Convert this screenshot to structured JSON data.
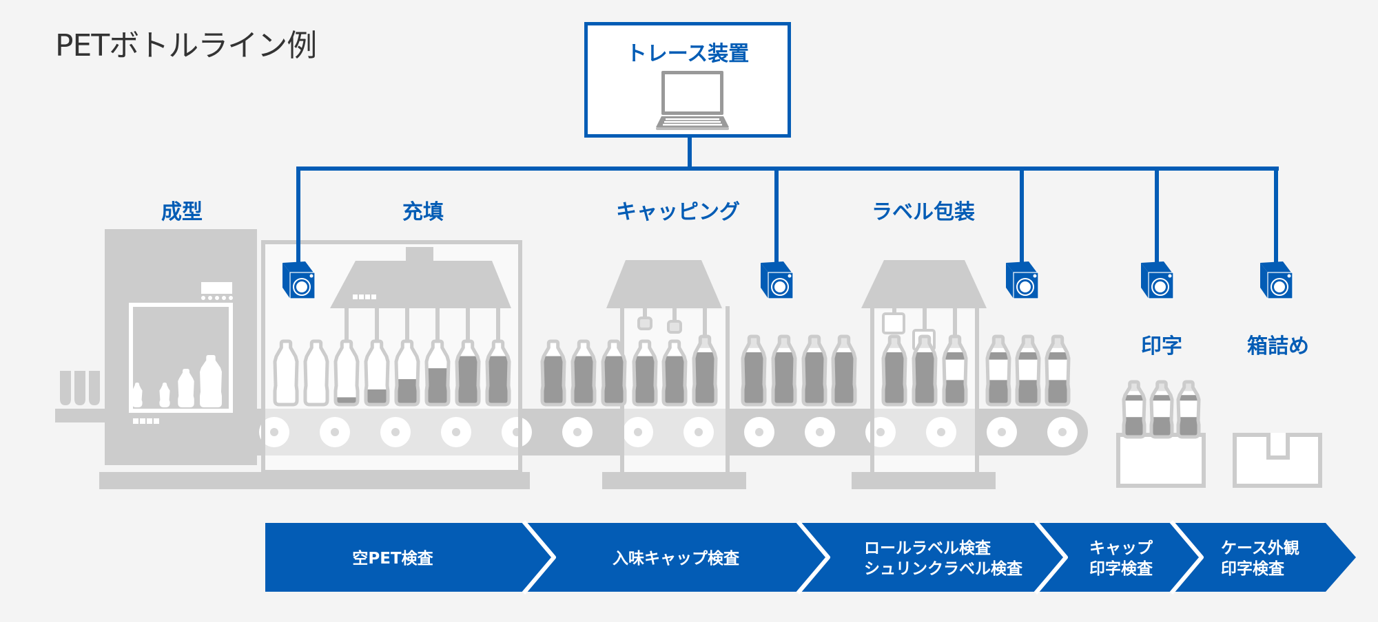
{
  "title": "PETボトルライン例",
  "trace_device": {
    "label": "トレース装置",
    "icon": "laptop-icon"
  },
  "stages": [
    {
      "id": "molding",
      "label": "成型"
    },
    {
      "id": "filling",
      "label": "充填"
    },
    {
      "id": "capping",
      "label": "キャッピング"
    },
    {
      "id": "labeling",
      "label": "ラベル包装"
    },
    {
      "id": "printing",
      "label": "印字"
    },
    {
      "id": "boxing",
      "label": "箱詰め"
    }
  ],
  "cameras": [
    {
      "name": "camera-empty-pet",
      "icon": "camera-icon"
    },
    {
      "name": "camera-cap",
      "icon": "camera-icon"
    },
    {
      "name": "camera-label",
      "icon": "camera-icon"
    },
    {
      "name": "camera-print",
      "icon": "camera-icon"
    },
    {
      "name": "camera-case",
      "icon": "camera-icon"
    }
  ],
  "inspections": [
    {
      "lines": [
        "空PET検査"
      ]
    },
    {
      "lines": [
        "入味キャップ検査"
      ]
    },
    {
      "lines": [
        "ロールラベル検査",
        "シュリンクラベル検査"
      ]
    },
    {
      "lines": [
        "キャップ",
        "印字検査"
      ]
    },
    {
      "lines": [
        "ケース外観",
        "印字検査"
      ]
    }
  ],
  "filling_levels": [
    0,
    0,
    0.12,
    0.25,
    0.42,
    0.6,
    0.8,
    0.8
  ],
  "colors": {
    "accent": "#035cb5",
    "machine": "#cccccc",
    "liquid": "#999999",
    "background": "#f4f4f4",
    "cap": "#e3e3e3",
    "white": "#ffffff"
  }
}
